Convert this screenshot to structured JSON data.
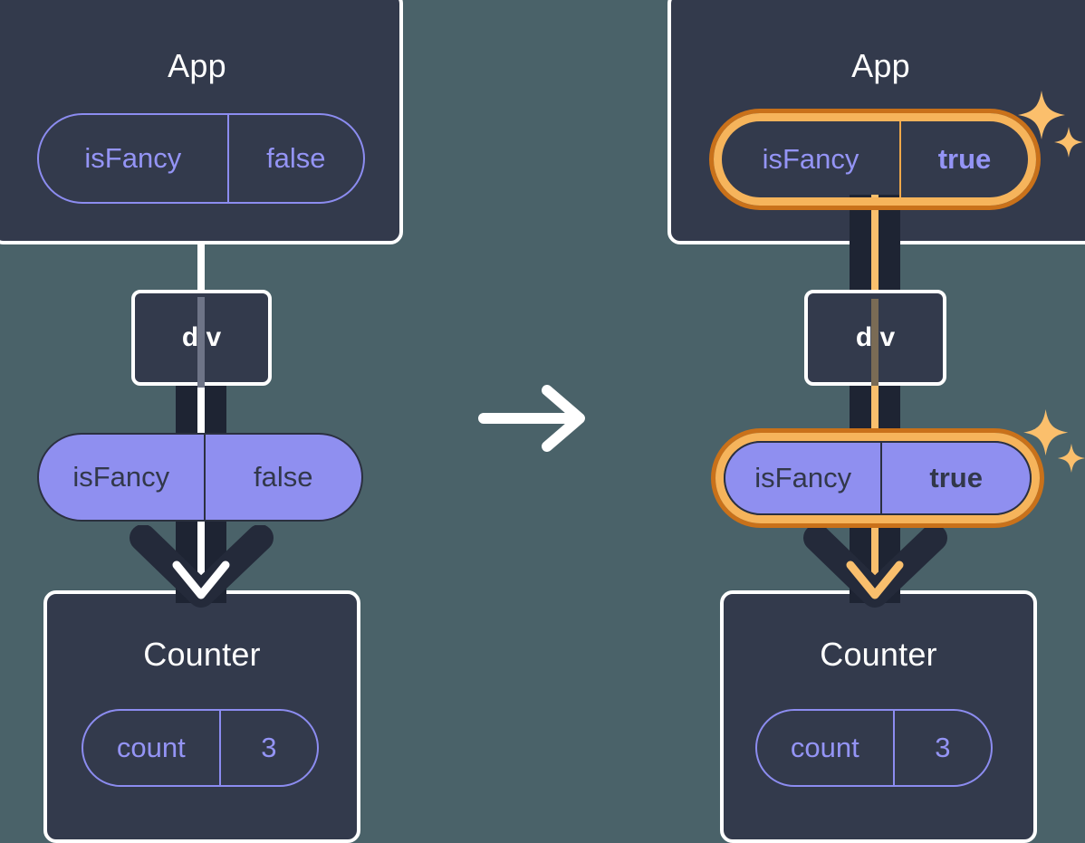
{
  "diagram": {
    "type": "react-state-propagation",
    "background_color": "#4A6269",
    "accent_color": "#F6B45B",
    "accent_dark_color": "#C9711A",
    "purple_color": "#8F8FF0",
    "panel_color": "#333A4C",
    "transition_icon": "arrow-right-icon",
    "sparkle_icon": "sparkles-icon"
  },
  "before": {
    "app": {
      "title": "App",
      "state": {
        "key": "isFancy",
        "value": "false",
        "highlighted": false
      }
    },
    "div": {
      "label": "div"
    },
    "prop": {
      "key": "isFancy",
      "value": "false",
      "highlighted": false
    },
    "counter": {
      "title": "Counter",
      "state": {
        "key": "count",
        "value": "3"
      }
    }
  },
  "after": {
    "app": {
      "title": "App",
      "state": {
        "key": "isFancy",
        "value": "true",
        "highlighted": true
      }
    },
    "div": {
      "label": "div"
    },
    "prop": {
      "key": "isFancy",
      "value": "true",
      "highlighted": true
    },
    "counter": {
      "title": "Counter",
      "state": {
        "key": "count",
        "value": "3"
      }
    }
  }
}
